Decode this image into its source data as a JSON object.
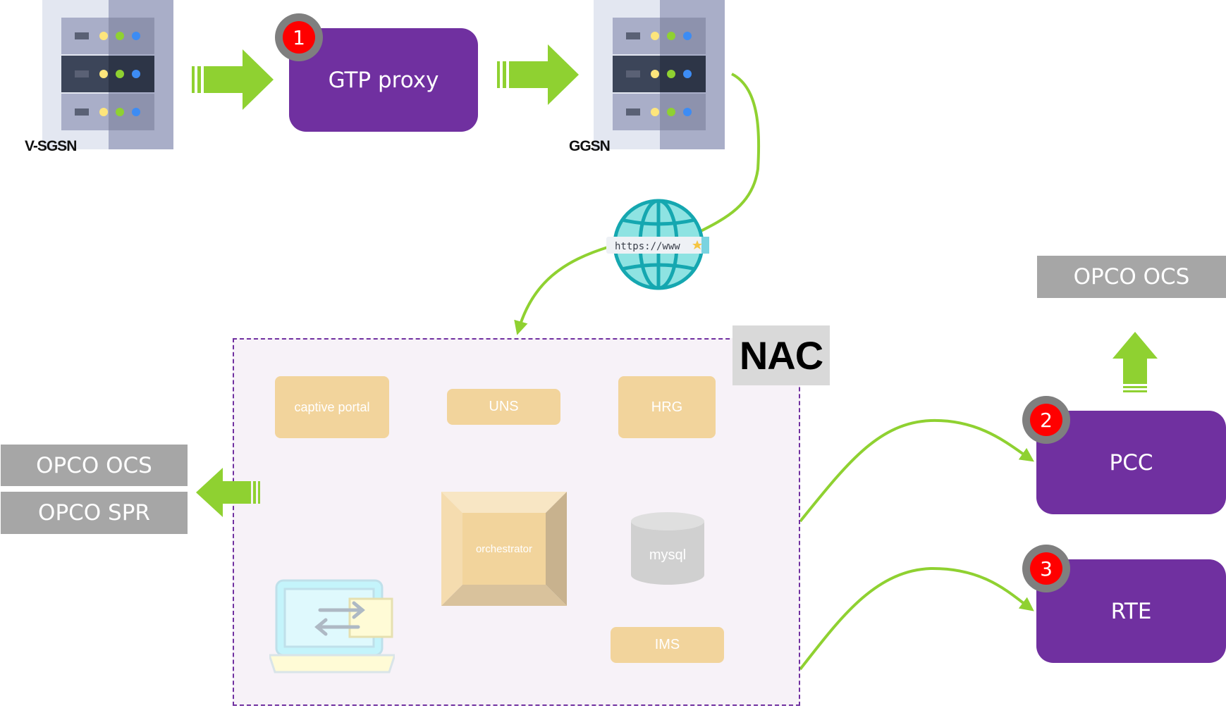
{
  "colors": {
    "purple": "#7030a0",
    "gray": "#a6a6a6",
    "green_arrow": "#8fd131",
    "badge_red": "#ff0000",
    "badge_ring": "#7f7f7f",
    "tan": "#f2d49c"
  },
  "nodes": {
    "v_sgsn": "V-SGSN",
    "gtp_proxy": "GTP proxy",
    "ggsn": "GGSN",
    "internet_url": "https://www",
    "nac": "NAC",
    "captive_portal": "captive portal",
    "uns": "UNS",
    "hrg": "HRG",
    "orchestrator": "orchestrator",
    "mysql": "mysql",
    "ims": "IMS",
    "pcc": "PCC",
    "rte": "RTE",
    "opco_ocs_left": "OPCO OCS",
    "opco_spr": "OPCO SPR",
    "opco_ocs_right": "OPCO OCS"
  },
  "badges": {
    "gtp_proxy": "1",
    "pcc": "2",
    "rte": "3"
  },
  "icons": {
    "server": "server-rack-icon",
    "globe": "globe-icon",
    "laptop": "laptop-transfer-icon",
    "database": "database-cylinder-icon",
    "arrow": "green-arrow-icon"
  }
}
